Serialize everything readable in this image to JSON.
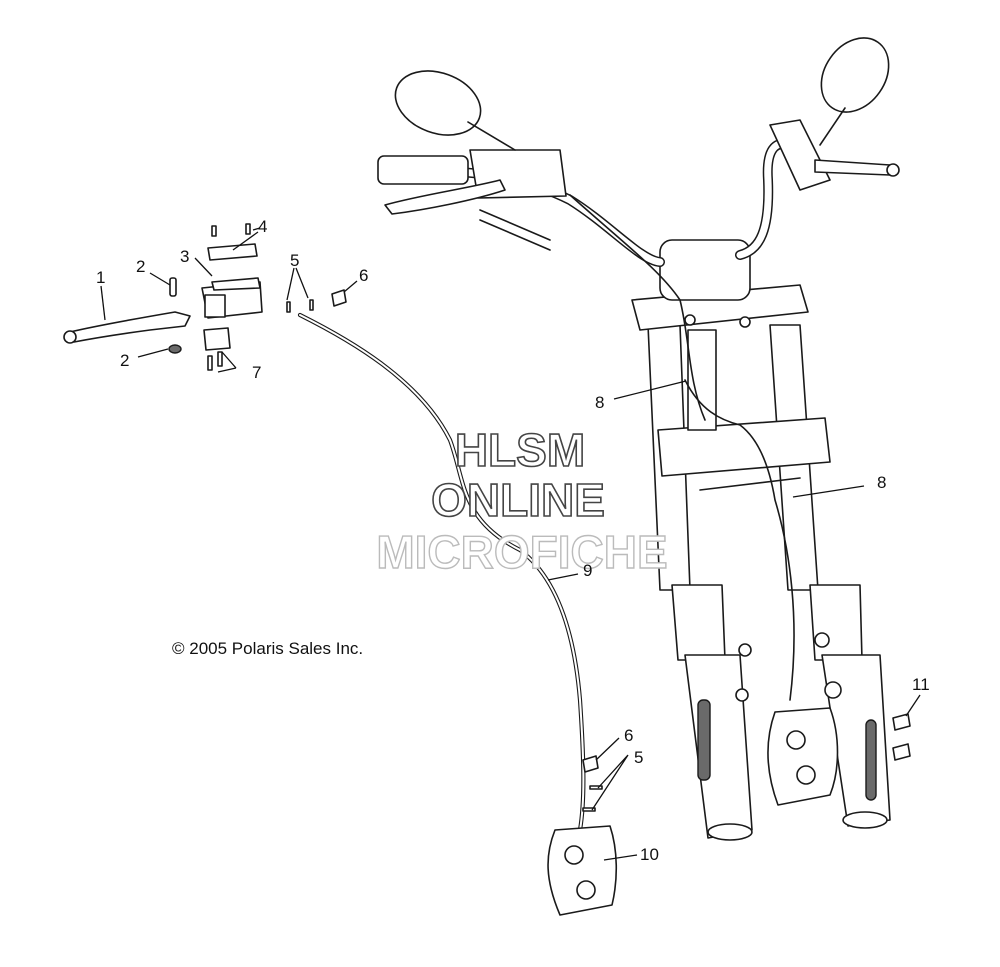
{
  "copyright": "© 2005 Polaris Sales Inc.",
  "watermark": {
    "line1": "HLSM",
    "line2": "ONLINE",
    "line3": "MICROFICHE"
  },
  "callouts": {
    "c1": "1",
    "c2a": "2",
    "c2b": "2",
    "c3": "3",
    "c4": "4",
    "c5a": "5",
    "c5b": "5",
    "c6a": "6",
    "c6b": "6",
    "c7": "7",
    "c8a": "8",
    "c8b": "8",
    "c9": "9",
    "c10": "10",
    "c11": "11"
  }
}
